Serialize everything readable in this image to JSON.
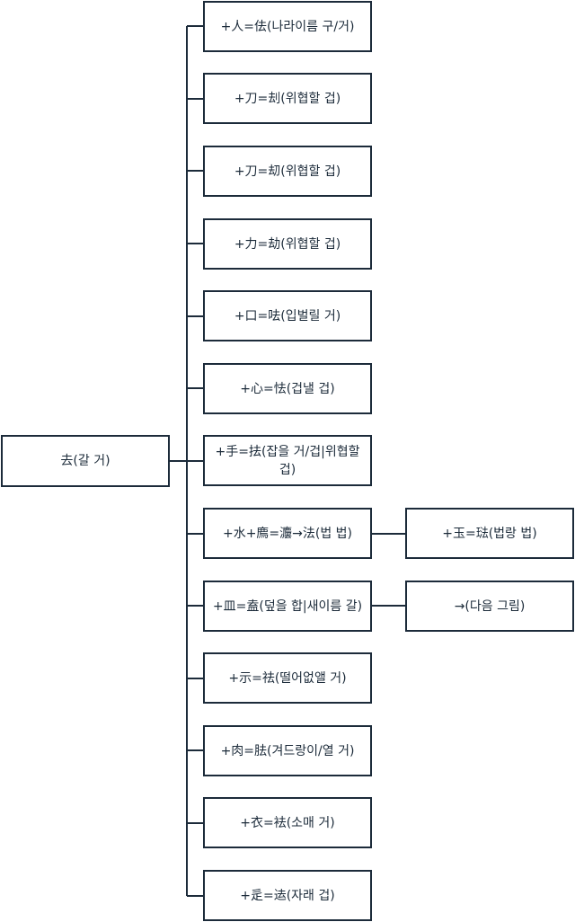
{
  "root": {
    "label": "去(갈 거)"
  },
  "branches": [
    {
      "label": "+人=佉(나라이름 구/거)"
    },
    {
      "label": "+刀=刦(위협할 겁)"
    },
    {
      "label": "+刀=刧(위협할 겁)"
    },
    {
      "label": "+力=劫(위협할 겁)"
    },
    {
      "label": "+口=呿(입벌릴 거)"
    },
    {
      "label": "+心=怯(겁낼 겁)"
    },
    {
      "label": "+手=抾(잡을 거/겁|위협할 겁)"
    },
    {
      "label": "+水+廌=灋→法(법 법)",
      "child": {
        "label": "+玉=琺(법랑 법)"
      }
    },
    {
      "label": "+皿=盍(덮을 합|새이름 갈)",
      "child": {
        "label": "→(다음 그림)"
      }
    },
    {
      "label": "+示=祛(떨어없앨 거)"
    },
    {
      "label": "+肉=胠(겨드랑이/열 거)"
    },
    {
      "label": "+衣=袪(소매 거)"
    },
    {
      "label": "+辵=迲(자래 겁)"
    }
  ],
  "colors": {
    "stroke": "#1c2b3a",
    "background": "#ffffff"
  }
}
